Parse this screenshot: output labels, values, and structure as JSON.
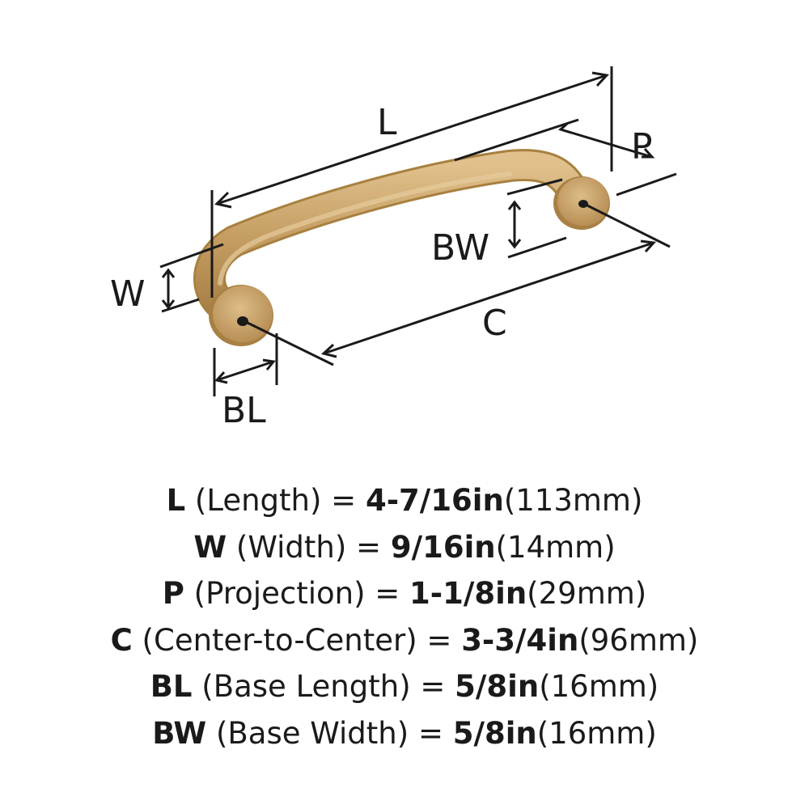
{
  "diagram": {
    "labels": {
      "L": "L",
      "P": "P",
      "BW": "BW",
      "W": "W",
      "C": "C",
      "BL": "BL"
    },
    "finish_color": "#c9a26a"
  },
  "specs": [
    {
      "code": "L",
      "name": "(Length) =",
      "imperial": "4-7/16in",
      "metric": "(113mm)"
    },
    {
      "code": "W",
      "name": "(Width) =",
      "imperial": "9/16in",
      "metric": "(14mm)"
    },
    {
      "code": "P",
      "name": "(Projection) =",
      "imperial": "1-1/8in",
      "metric": "(29mm)"
    },
    {
      "code": "C",
      "name": "(Center-to-Center) =",
      "imperial": "3-3/4in",
      "metric": "(96mm)"
    },
    {
      "code": "BL",
      "name": "(Base Length) =",
      "imperial": "5/8in",
      "metric": "(16mm)"
    },
    {
      "code": "BW",
      "name": "(Base Width) =",
      "imperial": "5/8in",
      "metric": "(16mm)"
    }
  ]
}
